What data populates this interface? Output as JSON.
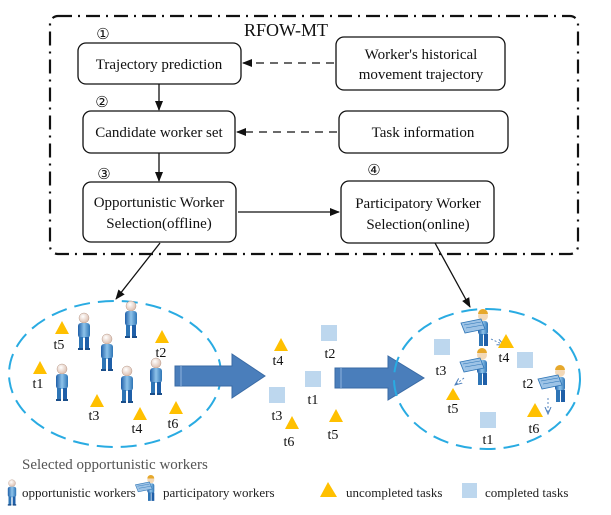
{
  "diagram": {
    "title": "RFOW-MT",
    "steps": [
      {
        "number": "①",
        "label": "Trajectory prediction"
      },
      {
        "number": "②",
        "label": "Candidate worker set"
      },
      {
        "number": "③",
        "label_line1": "Opportunistic Worker",
        "label_line2": "Selection(offline)"
      },
      {
        "number": "④",
        "label_line1": "Participatory Worker",
        "label_line2": "Selection(online)"
      }
    ],
    "inputs": [
      {
        "label_line1": "Worker's historical",
        "label_line2": "movement trajectory"
      },
      {
        "label": "Task information"
      }
    ],
    "left_group": {
      "tasks": [
        "t5",
        "t2",
        "t1",
        "t3",
        "t4",
        "t6"
      ]
    },
    "middle_group": {
      "uncompleted_tasks": [
        "t4",
        "t6",
        "t5"
      ],
      "completed_tasks": [
        "t2",
        "t1",
        "t3"
      ]
    },
    "right_group": {
      "uncompleted_tasks": [
        "t4",
        "t5",
        "t6"
      ],
      "completed_tasks": [
        "t3",
        "t2",
        "t1"
      ]
    },
    "caption": "Selected opportunistic workers",
    "legend": [
      {
        "icon": "opportunistic-worker-icon",
        "label": "opportunistic workers"
      },
      {
        "icon": "participatory-worker-icon",
        "label": "participatory workers"
      },
      {
        "icon": "triangle-icon",
        "label": "uncompleted tasks"
      },
      {
        "icon": "square-icon",
        "label": "completed tasks"
      }
    ],
    "colors": {
      "uncompleted_task": "#FFC000",
      "completed_task": "#BDD7EE",
      "ellipse": "#29ABE2",
      "big_arrow": "#4A7EBB",
      "worker_body": "#5B9BD5"
    }
  }
}
